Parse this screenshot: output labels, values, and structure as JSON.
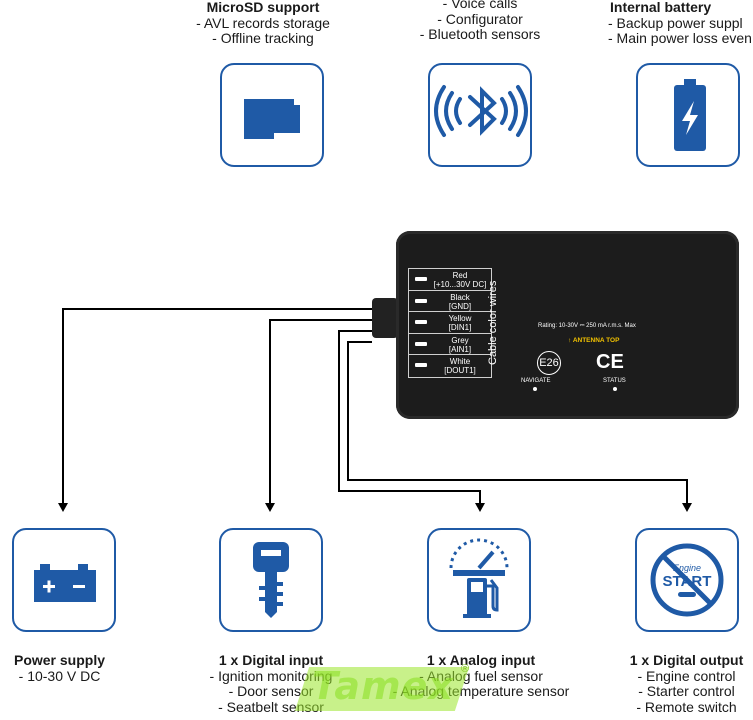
{
  "top_features": [
    {
      "title": "MicroSD support",
      "lines": [
        "- AVL records storage",
        "- Offline tracking"
      ],
      "icon": "microsd-icon"
    },
    {
      "title": "",
      "lines": [
        "- Voice calls",
        "- Configurator",
        "- Bluetooth sensors"
      ],
      "icon": "bluetooth-icon"
    },
    {
      "title": "Internal battery",
      "lines": [
        "- Backup power suppl",
        "- Main power loss even"
      ],
      "icon": "battery-icon"
    }
  ],
  "device": {
    "vertical_label": "Cable color wires",
    "wires": [
      {
        "color": "Red",
        "spec": "[+10...30V DC]"
      },
      {
        "color": "Black",
        "spec": "[GND]"
      },
      {
        "color": "Yellow",
        "spec": "[DIN1]"
      },
      {
        "color": "Grey",
        "spec": "[AIN1]"
      },
      {
        "color": "White",
        "spec": "[DOUT1]"
      }
    ],
    "rating": "Rating: 10-30V ⎓ 250 mA r.m.s. Max",
    "antenna": "↑ ANTENNA TOP",
    "e_mark": "E26",
    "ce_mark": "CE",
    "navigate": "NAVIGATE",
    "status": "STATUS"
  },
  "bottom_features": [
    {
      "title": "Power supply",
      "lines": [
        "- 10-30 V DC"
      ],
      "icon": "car-battery-icon"
    },
    {
      "title": "1 x Digital input",
      "lines": [
        "- Ignition monitoring",
        "- Door sensor",
        "- Seatbelt sensor"
      ],
      "icon": "ignition-key-icon"
    },
    {
      "title": "1 x Analog input",
      "lines": [
        "- Analog fuel sensor",
        "- Analog temperature sensor"
      ],
      "icon": "fuel-gauge-icon"
    },
    {
      "title": "1 x Digital output",
      "lines": [
        "- Engine control",
        "- Starter control",
        "- Remote switch"
      ],
      "icon": "engine-start-blocked-icon"
    }
  ],
  "engine_icon_text": {
    "line1": "Engine",
    "line2": "START"
  },
  "watermark": {
    "text": "Tamex",
    "reg": "®"
  },
  "colors": {
    "accent": "#1f5aa6",
    "device": "#1c1c1c",
    "antenna": "#f2c200",
    "watermark": "#8adf1f"
  }
}
